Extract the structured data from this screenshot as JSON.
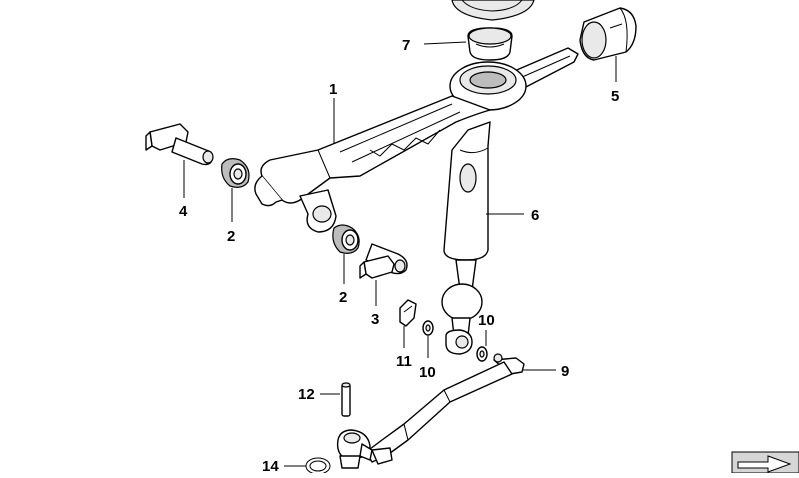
{
  "callouts": {
    "c1": "1",
    "c2a": "2",
    "c2b": "2",
    "c3": "3",
    "c4": "4",
    "c5": "5",
    "c6": "6",
    "c7": "7",
    "c9": "9",
    "c10a": "10",
    "c10b": "10",
    "c11": "11",
    "c12": "12",
    "c14": "14"
  }
}
